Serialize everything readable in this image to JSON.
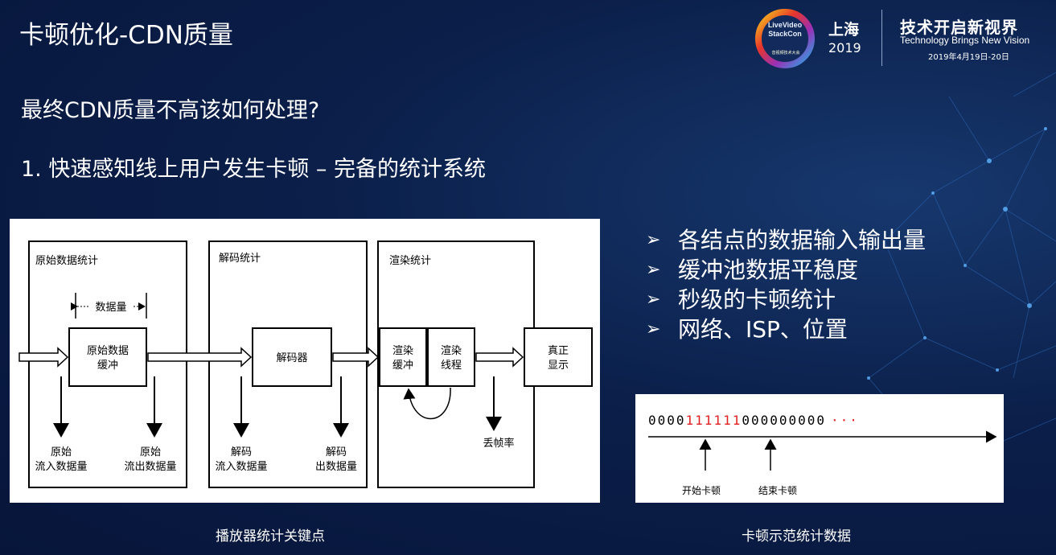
{
  "slide": {
    "title": "卡顿优化-CDN质量",
    "question": "最终CDN质量不高该如何处理?",
    "point": "1. 快速感知线上用户发生卡顿 – 完备的统计系统"
  },
  "conference": {
    "logo_line1": "LiveVideo",
    "logo_line2": "StackCon",
    "logo_sub": "音视频技术大会",
    "city": "上海",
    "year": "2019",
    "slogan_cn": "技术开启新视界",
    "slogan_en": "Technology Brings New Vision",
    "date": "2019年4月19日-20日"
  },
  "flow_diagram": {
    "caption": "播放器统计关键点",
    "sections": {
      "raw": "原始数据统计",
      "decode": "解码统计",
      "render": "渲染统计"
    },
    "data_volume_label": "数据量",
    "boxes": {
      "raw_buffer_l1": "原始数据",
      "raw_buffer_l2": "缓冲",
      "decoder": "解码器",
      "render_buffer_l1": "渲染",
      "render_buffer_l2": "缓冲",
      "render_thread_l1": "渲染",
      "render_thread_l2": "线程",
      "display_l1": "真正",
      "display_l2": "显示"
    },
    "metrics": {
      "raw_in_l1": "原始",
      "raw_in_l2": "流入数据量",
      "raw_out_l1": "原始",
      "raw_out_l2": "流出数据量",
      "dec_in_l1": "解码",
      "dec_in_l2": "流入数据量",
      "dec_out_l1": "解码",
      "dec_out_l2": "出数据量",
      "drop_rate": "丢帧率"
    }
  },
  "features": [
    "各结点的数据输入输出量",
    "缓冲池数据平稳度",
    "秒级的卡顿统计",
    "网络、ISP、位置"
  ],
  "stall_demo": {
    "caption": "卡顿示范统计数据",
    "seq_prefix": "0000",
    "seq_stall": "111111",
    "seq_suffix": "000000000",
    "ellipsis": "···",
    "start_label": "开始卡顿",
    "end_label": "结束卡顿"
  },
  "colors": {
    "background": "#0b1f4a",
    "stall_red": "#e02020"
  }
}
